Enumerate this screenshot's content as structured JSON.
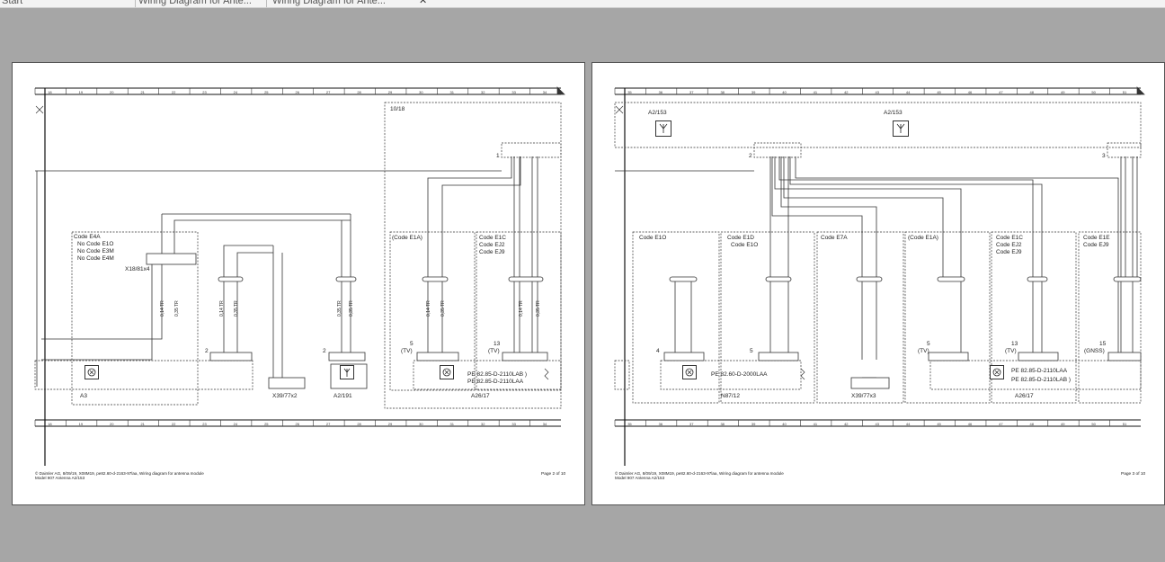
{
  "tabs": [
    {
      "label": "Start"
    },
    {
      "label": "Wiring Diagram for Ante..."
    },
    {
      "label": "Wiring Diagram for Ante..."
    }
  ],
  "close_glyph": "✕",
  "pages": [
    {
      "columns_top": [
        "18",
        "19",
        "20",
        "21",
        "22",
        "23",
        "24",
        "25",
        "26",
        "27",
        "28",
        "29",
        "30",
        "31",
        "32",
        "33",
        "34"
      ],
      "labels": {
        "ref": "10/18",
        "code_e4a": "Code E4A",
        "no_code_1": "No Code E1O",
        "no_code_2": "No Code E3M",
        "no_code_3": "No Code E4M",
        "x18": "X18/81x4",
        "code_e1a": "(Code E1A)",
        "code_e1c": "Code E1C",
        "code_ej2": "Code EJ2",
        "code_ej9": "Code EJ9",
        "tv1": "(TV)",
        "tv2": "(TV)",
        "n5": "5",
        "n13": "13",
        "n1": "1",
        "n2a": "2",
        "n2b": "2",
        "a3": "A3",
        "x39": "X39/77x2",
        "a2_191": "A2/191",
        "a26": "A26/17",
        "pe1": "PE 82.85-D-2110LAB )",
        "pe2": "PE 82.85-D-2110LAA",
        "wire1": "0,35 TR",
        "wire2": "0,14 TR",
        "wire3": "0,35 TR"
      },
      "footer_line1": "© Daimler AG, 8/09/19, X08M19, pe82.60-d-2163-97laa, Wiring diagram for antenna module",
      "footer_line2": "Model 907 Antenna A2/153",
      "page_label": "Page 2 of 10"
    },
    {
      "columns_top": [
        "35",
        "36",
        "37",
        "38",
        "39",
        "40",
        "41",
        "42",
        "43",
        "44",
        "45",
        "46",
        "47",
        "48",
        "49",
        "50",
        "51"
      ],
      "labels": {
        "a2_153a": "A2/153",
        "a2_153b": "A2/153",
        "code_e1o": "Code E1O",
        "code_e1d": "Code E1D",
        "code_e1o2": "Code E1O",
        "code_e7a": "Code E7A",
        "code_e1a": "(Code E1A)",
        "code_e1c": "Code E1C",
        "code_ej2": "Code EJ2",
        "code_ej9": "Code EJ9",
        "code_e1e": "Code E1E",
        "code_ej9b": "Code EJ9",
        "n2": "2",
        "n3": "3",
        "n4": "4",
        "n5a": "5",
        "n5b": "5",
        "n13": "13",
        "n15": "15",
        "tv1": "(TV)",
        "tv2": "(TV)",
        "gnss": "(GNSS)",
        "n87": "N87/12",
        "x39": "X39/77x3",
        "a26": "A26/17",
        "pe_n87": "PE 82.60-D-2000LAA",
        "pe1": "PE 82.85-D-2110LAA",
        "pe2": "PE 82.85-D-2110LAB )"
      },
      "footer_line1": "© Daimler AG, 8/09/19, X08M19, pe82.60-d-2163-97laa, Wiring diagram for antenna module",
      "footer_line2": "Model 907 Antenna A2/153",
      "page_label": "Page 3 of 10"
    }
  ]
}
